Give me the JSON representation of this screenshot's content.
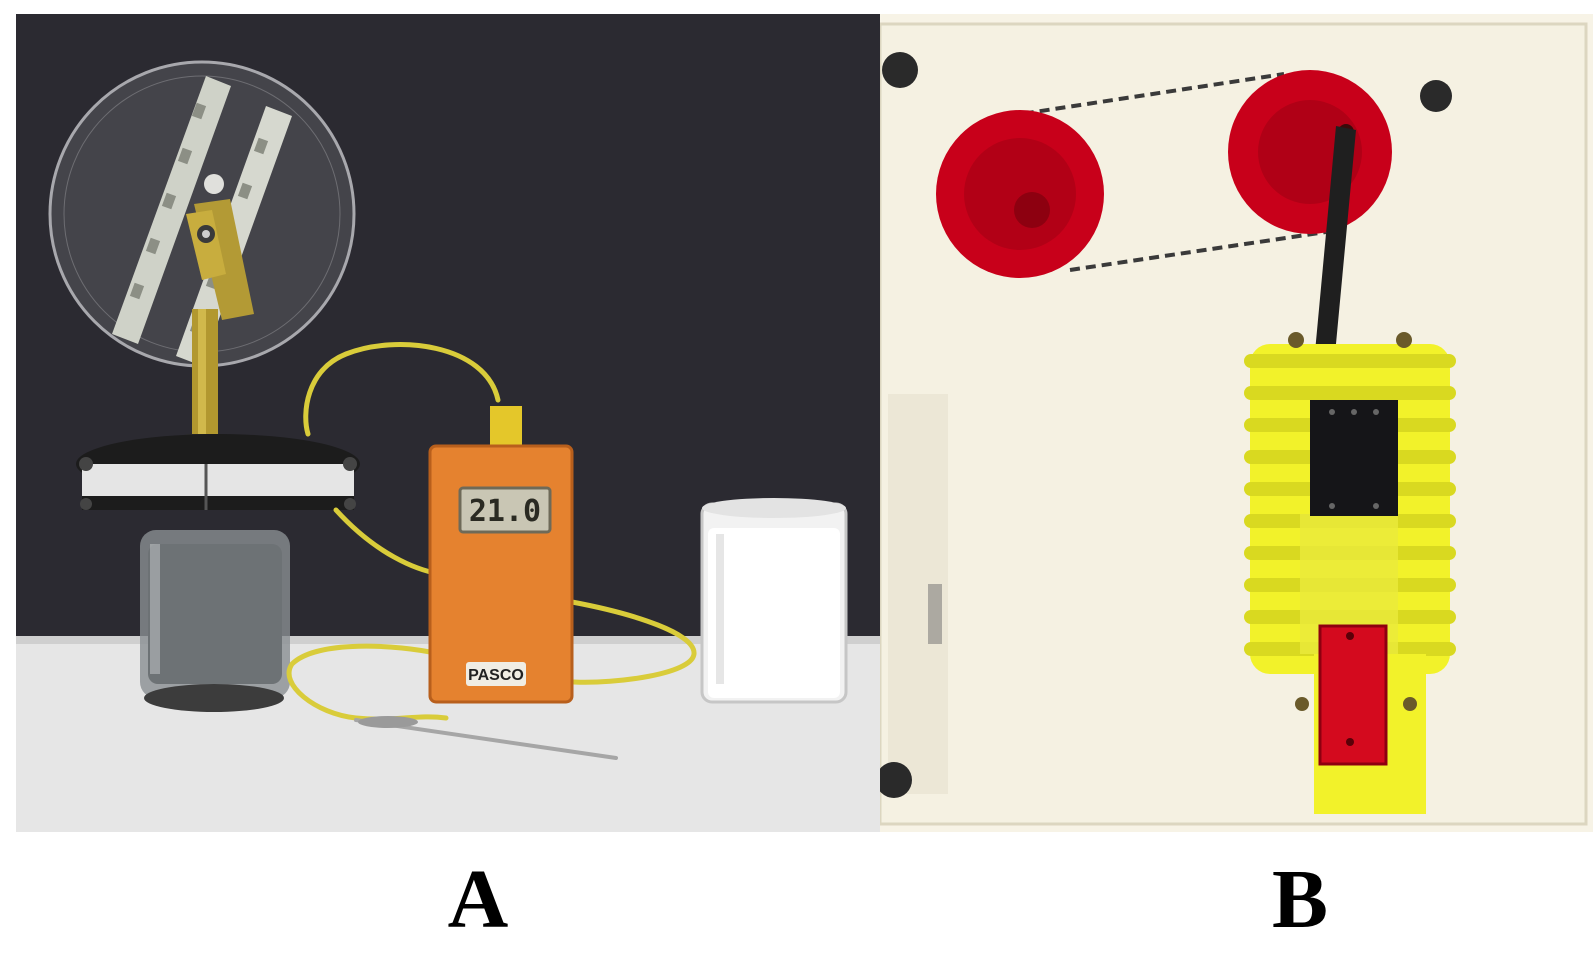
{
  "figure": {
    "panels": [
      {
        "label": "A",
        "meter": {
          "reading": "21.0",
          "brand": "PASCO"
        }
      },
      {
        "label": "B"
      }
    ]
  },
  "colors": {
    "backdrop_dark": "#2b2a31",
    "table_white": "#e8e8e8",
    "meter_orange": "#e5822f",
    "pulley_red": "#c8001a",
    "bellows_yellow": "#f2f22a",
    "board_cream": "#f7f3e6"
  }
}
